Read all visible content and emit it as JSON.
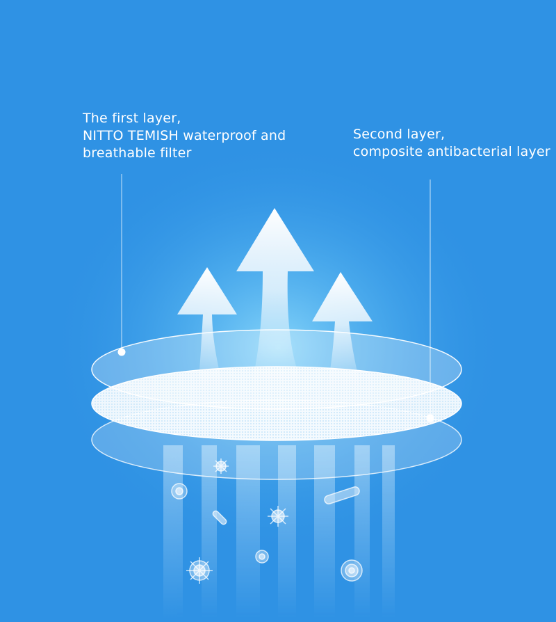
{
  "labels": {
    "first_layer": {
      "line1": "The first layer,",
      "line2": "NITTO TEMISH waterproof and",
      "line3": "breathable filter"
    },
    "second_layer": {
      "line1": "Second layer,",
      "line2": "composite antibacterial layer"
    }
  },
  "icons": [
    "upward-arrow-icon",
    "filter-disc-icon",
    "bacteria-icon",
    "virus-icon"
  ],
  "colors": {
    "background": "#2f92e4",
    "glow": "#7fd0f8",
    "text": "#ffffff"
  }
}
